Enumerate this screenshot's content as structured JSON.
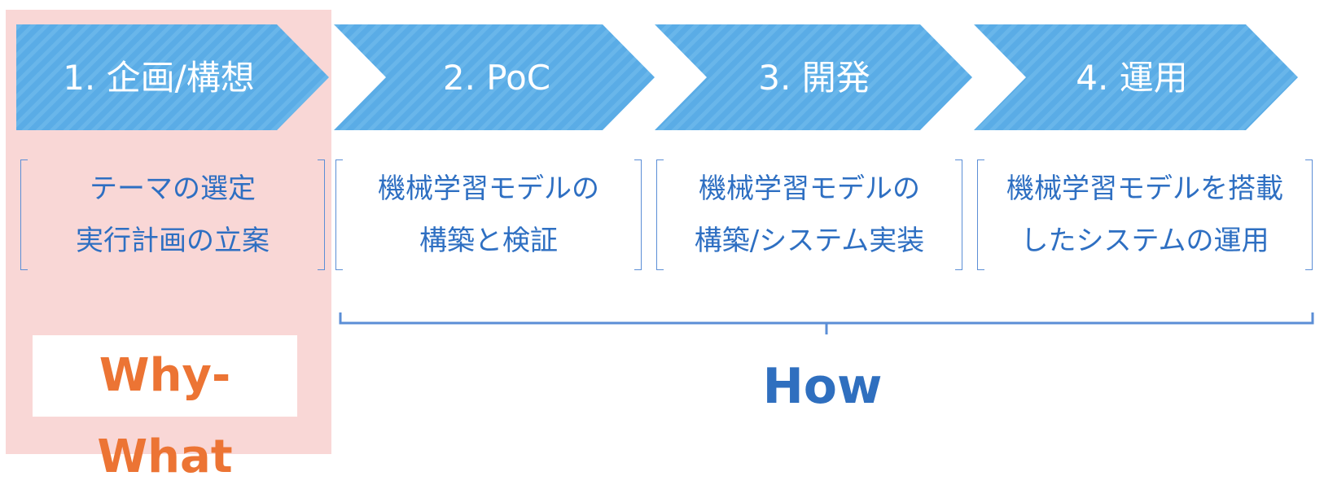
{
  "stages": [
    {
      "label": "1. 企画/構想",
      "desc": [
        "テーマの選定",
        "実行計画の立案"
      ]
    },
    {
      "label": "2. PoC",
      "desc": [
        "機械学習モデルの",
        "構築と検証"
      ]
    },
    {
      "label": "3. 開発",
      "desc": [
        "機械学習モデルの",
        "構築/システム実装"
      ]
    },
    {
      "label": "4. 運用",
      "desc": [
        "機械学習モデルを搭載",
        "したシステムの運用"
      ]
    }
  ],
  "labels": {
    "why_what": "Why-What",
    "how": "How"
  },
  "colors": {
    "chevron": "#5aace6",
    "highlight": "#f9d7d6",
    "text_blue": "#2e6fc2",
    "accent_orange": "#ec7434"
  }
}
